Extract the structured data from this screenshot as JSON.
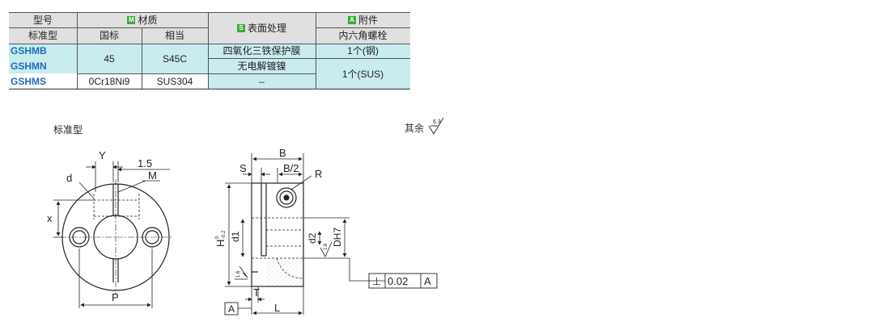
{
  "table": {
    "header": {
      "type_label": "型号",
      "material_tag": "M",
      "material_label": "材质",
      "surface_tag": "S",
      "surface_label": "表面处理",
      "accessory_tag": "A",
      "accessory_label": "附件",
      "standard_type": "标准型",
      "gb_label": "国标",
      "equiv_label": "相当",
      "accessory_sub": "内六角螺栓"
    },
    "rows": [
      {
        "code": "GSHMB"
      },
      {
        "code": "GSHMN"
      },
      {
        "code": "GSHMS"
      }
    ],
    "cells": {
      "gb_carbon": "45",
      "equiv_carbon": "S45C",
      "surface_b": "四氧化三铁保护膜",
      "surface_n": "无电解镀镍",
      "surface_s": "–",
      "bolt_steel": "1个(钢)",
      "bolt_sus": "1个(SUS)",
      "gb_stainless": "0Cr18Ni9",
      "equiv_stainless": "SUS304"
    }
  },
  "drawing": {
    "caption": "标准型",
    "roughness_note": "其余",
    "roughness_value": "6.3",
    "front": {
      "Y": "Y",
      "gap": "1.5",
      "d": "d",
      "M": "M",
      "x": "x",
      "P": "P"
    },
    "side": {
      "B": "B",
      "S": "S",
      "B2": "B/2",
      "R": "R",
      "H": "H",
      "H_tol_upper": "0",
      "H_tol_lower": "-0.2",
      "d1": "d1",
      "d2": "d2",
      "DH7": "DH7",
      "rough_a": "1.6",
      "rough_b": "1.6",
      "T": "T",
      "L": "L",
      "datum": "A"
    },
    "tolerance": {
      "symbol": "⊥",
      "value": "0.02",
      "datum": "A"
    }
  }
}
